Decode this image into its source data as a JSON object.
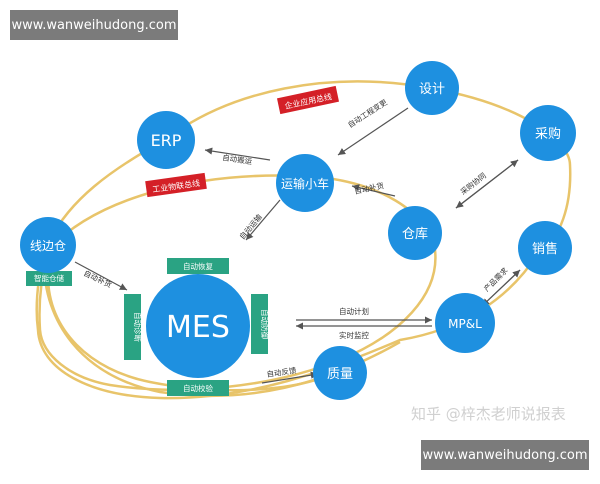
{
  "watermarks": {
    "top_banner": "www.wanweihudong.com",
    "bottom_banner": "www.wanweihudong.com",
    "zhihu": "知乎 @梓杰老师说报表"
  },
  "colors": {
    "node_blue": "#1e90e0",
    "loop_gold": "#e8c46a",
    "red_tag": "#d42027",
    "green_tag": "#2aa383",
    "arrow_gray": "#555555"
  },
  "nodes": {
    "erp": "ERP",
    "design": "设计",
    "purchase": "采购",
    "transport_cart": "运输小车",
    "warehouse": "仓库",
    "line_warehouse": "线边仓",
    "sales": "销售",
    "mpl": "MP&L",
    "quality": "质量",
    "mes": "MES"
  },
  "red_tags": {
    "enterprise_bus": "企业应用总线",
    "industrial_bus": "工业物联总线"
  },
  "green_tags": {
    "smart_storage": "智能仓储",
    "auto_recovery": "自动恢复",
    "auto_diagnosis": "自动诊断",
    "auto_protection": "自动防御",
    "auto_calibration": "自动校验"
  },
  "arrow_labels": {
    "auto_process_change": "自动工程变更",
    "auto_handling": "自动搬运",
    "auto_replenish_cart": "自动补货",
    "auto_purchase_sync": "采购协同",
    "auto_transport": "自动运输",
    "auto_replenish_line": "自动补货",
    "auto_plan": "自动计划",
    "realtime_monitor": "实时监控",
    "auto_feedback": "自动反馈",
    "product_demand": "产品需求"
  }
}
